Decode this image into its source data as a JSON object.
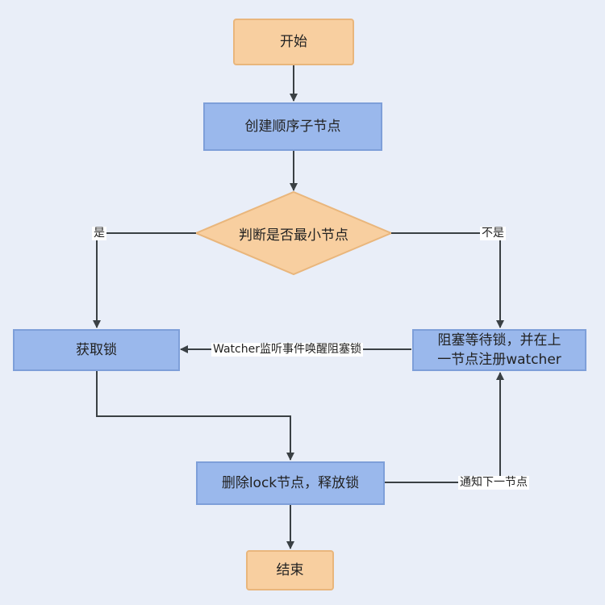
{
  "nodes": {
    "start": "开始",
    "create": "创建顺序子节点",
    "decision": "判断是否最小节点",
    "acquire": "获取锁",
    "wait_line1": "阻塞等待锁，并在上",
    "wait_line2": "一节点注册watcher",
    "release": "删除lock节点，释放锁",
    "end": "结束"
  },
  "edges": {
    "yes": "是",
    "no": "不是",
    "watcher": "Watcher监听事件唤醒阻塞锁",
    "notify": "通知下一节点"
  },
  "colors": {
    "background": "#e9eef8",
    "terminal_fill": "#f8cfa0",
    "process_fill": "#9ab8ec",
    "decision_fill": "#f8cfa0",
    "line": "#3a4044"
  }
}
